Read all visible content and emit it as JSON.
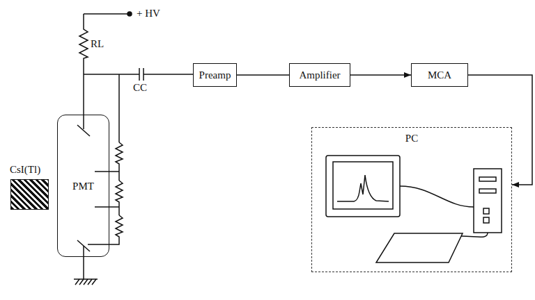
{
  "diagram": {
    "nodes": [
      {
        "text": [
          "Preamp"
        ]
      },
      {
        "text": [
          "Amplifier"
        ]
      },
      {
        "text": [
          "MCA"
        ]
      },
      {
        "text": [
          "CsI(Tl)"
        ]
      },
      {
        "text": [
          "PMT"
        ]
      },
      {
        "text": [
          "PC"
        ]
      }
    ],
    "edges": [
      {
        "from": 0,
        "to": 1,
        "arrow": "none"
      },
      {
        "from": 1,
        "to": 2,
        "arrow": "to"
      },
      {
        "from": 2,
        "to": 5,
        "arrow": "to"
      }
    ],
    "labels": [
      "+ HV",
      "RL",
      "CC"
    ]
  }
}
